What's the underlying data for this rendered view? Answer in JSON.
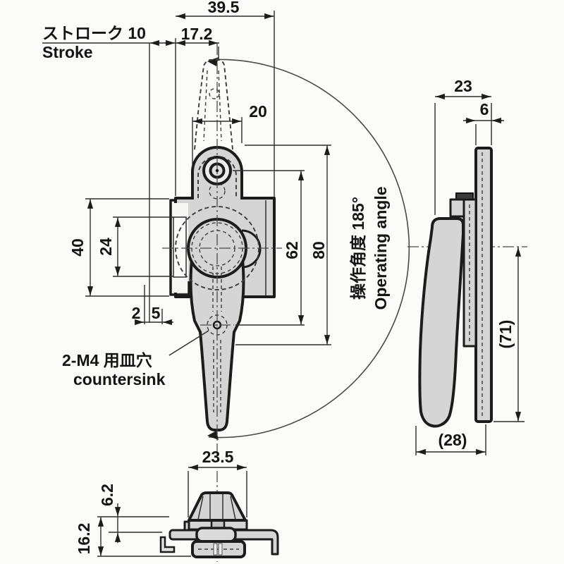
{
  "front": {
    "dim_overall_width": "39.5",
    "dim_center_offset": "17.2",
    "stroke_label_jp": "ストローク 10",
    "stroke_label_en": "Stroke",
    "dim_hinge_width": "20",
    "dim_plate_height": "40",
    "dim_slot_height": "24",
    "dim_edge_a": "2",
    "dim_edge_b": "5",
    "dim_hole_span": "62",
    "dim_overall_height": "80",
    "operating_angle_jp": "操作角度 185°",
    "operating_angle_en": "Operating angle",
    "countersink_note_jp": "2-M4 用皿穴",
    "countersink_note_en": "countersink"
  },
  "side": {
    "dim_depth_overall": "23",
    "dim_plate_thickness": "6",
    "dim_height_ref": "(71)",
    "dim_depth_ref": "(28)"
  },
  "bottom": {
    "dim_grip_width": "23.5",
    "dim_base_height": "6.2",
    "dim_total_height": "16.2"
  },
  "colors": {
    "line": "#1c1c1c",
    "metal_fill": "#d5d5d5",
    "background": "#fbfbfa"
  }
}
